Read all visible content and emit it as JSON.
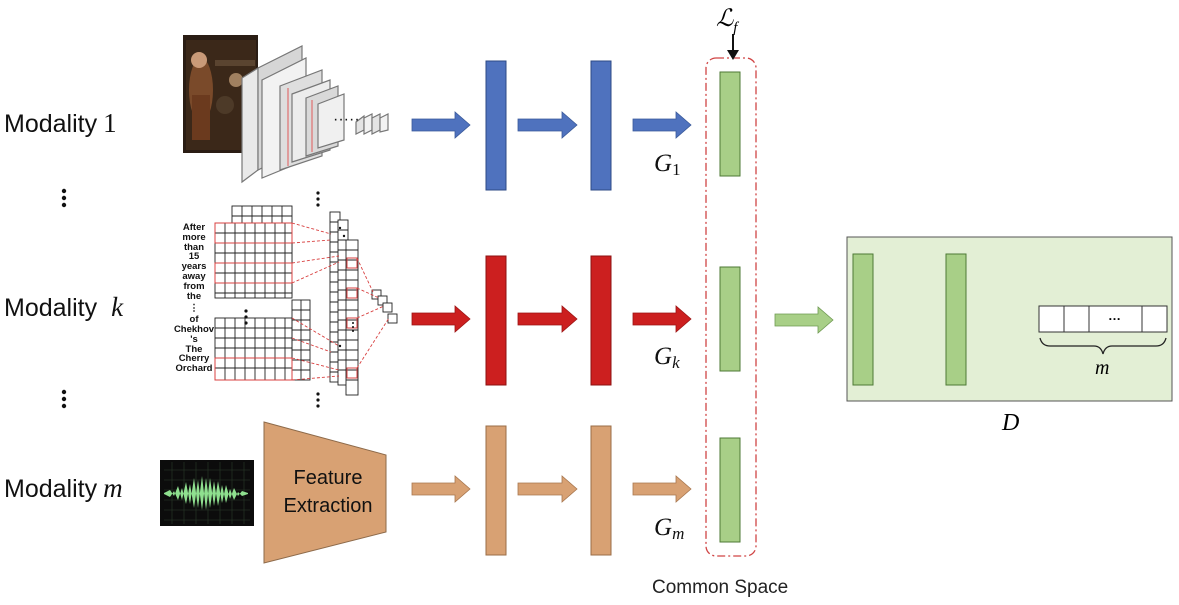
{
  "modalities": [
    {
      "prefix": "Modality",
      "var": "1"
    },
    {
      "prefix": "Modality",
      "var": "k"
    },
    {
      "prefix": "Modality",
      "var": "m"
    }
  ],
  "generators": [
    {
      "symbol": "G",
      "sub": "1"
    },
    {
      "symbol": "G",
      "sub": "k"
    },
    {
      "symbol": "G",
      "sub": "m"
    }
  ],
  "text_words": [
    "After",
    "more",
    "than",
    "15",
    "years",
    "away",
    "from",
    "the",
    "⋮",
    "of",
    "Chekhov",
    "'s",
    "The",
    "Cherry",
    "Orchard"
  ],
  "feature_extraction": {
    "line1": "Feature",
    "line2": "Extraction"
  },
  "common_space": "Common Space",
  "discriminator": "D",
  "loss": {
    "symbol": "ℒ",
    "sub": "f"
  },
  "output_vector": {
    "ellipsis": "…",
    "brace_label": "m"
  },
  "colors": {
    "modality1": "#4f72be",
    "modalityk": "#cc1f1f",
    "modalitym": "#d8a173",
    "common": "#a8cf87",
    "discriminator_bg": "#e3efd5",
    "dashed": "#d04545"
  }
}
